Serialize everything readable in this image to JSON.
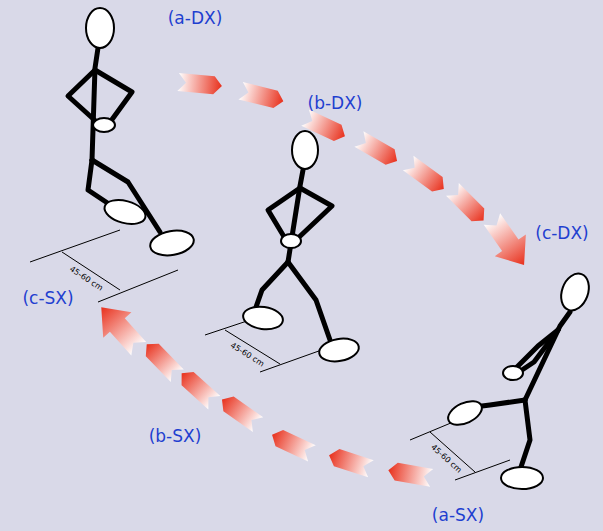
{
  "diagram": {
    "labels": [
      "(a-DX)",
      "(b-DX)",
      "45-60 cm",
      "(c-DX)",
      "(c-SX)",
      "45-60 cm",
      "(b-SX)",
      "45-60 cm",
      "(a-SX)"
    ]
  }
}
